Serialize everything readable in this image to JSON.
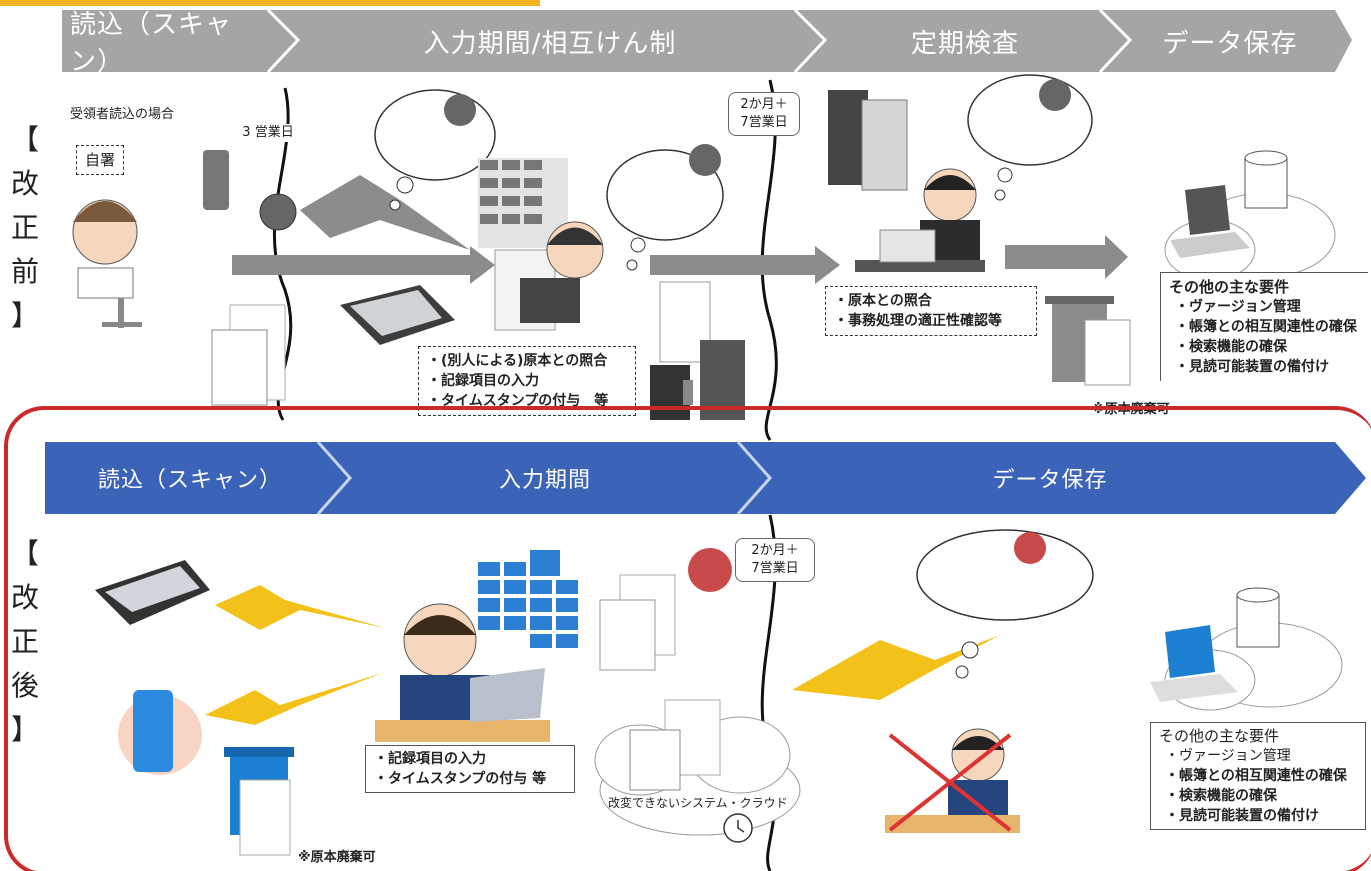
{
  "before": {
    "side_label": [
      "【",
      "改",
      "正",
      "前",
      "】"
    ],
    "stages": [
      "読込（スキャン）",
      "入力期間/相互けん制",
      "定期検査",
      "データ保存"
    ],
    "recipient_note": "受領者読込の場合",
    "self_sign": "自署",
    "deadline_1": "3 営業日",
    "deadline_2": [
      "2か月＋",
      "7営業日"
    ],
    "input_steps": [
      "・(別人による)原本との照合",
      "・記録項目の入力",
      "・タイムスタンプの付与　等"
    ],
    "inspection_steps": [
      "・原本との照合",
      "・事務処理の適正性確認等"
    ],
    "disposal_note": "※原本廃棄可",
    "requirements_title": "その他の主な要件",
    "requirements": [
      "・ヴァージョン管理",
      "・帳簿との相互関連性の確保",
      "・検索機能の確保",
      "・見読可能装置の備付け"
    ]
  },
  "after": {
    "side_label": [
      "【",
      "改",
      "正",
      "後",
      "】"
    ],
    "stages": [
      "読込（スキャン）",
      "入力期間",
      "データ保存"
    ],
    "deadline": [
      "2か月＋",
      "7営業日"
    ],
    "input_steps": [
      "・記録項目の入力",
      "・タイムスタンプの付与 等"
    ],
    "cloud_label": "改変できないシステム・クラウド",
    "disposal_note": "※原本廃棄可",
    "requirements_title": "その他の主な要件",
    "requirements": [
      "・ヴァージョン管理",
      "・帳簿との相互関連性の確保",
      "・検索機能の確保",
      "・見読可能装置の備付け"
    ]
  },
  "colors": {
    "gray_chevron": "#a5a5a5",
    "blue_chevron": "#3b63b8",
    "red_frame": "#cc2a2a",
    "lightning": "#f2c21a",
    "accent_top": "#f0b520"
  }
}
